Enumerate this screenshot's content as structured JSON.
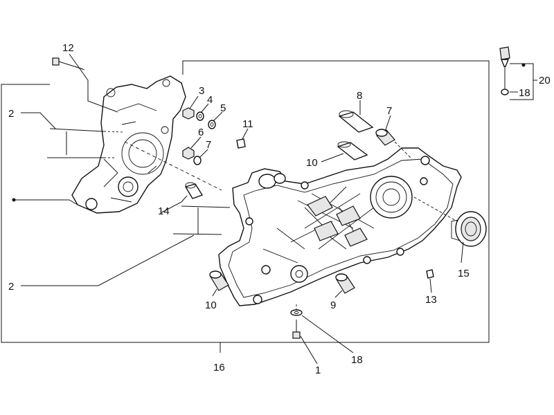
{
  "diagram": {
    "callouts": [
      {
        "id": "c12",
        "label": "12"
      },
      {
        "id": "c2a",
        "label": "2"
      },
      {
        "id": "c3",
        "label": "3"
      },
      {
        "id": "c4",
        "label": "4"
      },
      {
        "id": "c5",
        "label": "5"
      },
      {
        "id": "c6",
        "label": "6"
      },
      {
        "id": "c7a",
        "label": "7"
      },
      {
        "id": "c8",
        "label": "8"
      },
      {
        "id": "c7b",
        "label": "7"
      },
      {
        "id": "c11",
        "label": "11"
      },
      {
        "id": "c10a",
        "label": "10"
      },
      {
        "id": "c14",
        "label": "14"
      },
      {
        "id": "c2b",
        "label": "2"
      },
      {
        "id": "c10b",
        "label": "10"
      },
      {
        "id": "c9",
        "label": "9"
      },
      {
        "id": "c13",
        "label": "13"
      },
      {
        "id": "c15",
        "label": "15"
      },
      {
        "id": "c16",
        "label": "16"
      },
      {
        "id": "c18a",
        "label": "18"
      },
      {
        "id": "c1",
        "label": "1"
      },
      {
        "id": "c20",
        "label": "20"
      },
      {
        "id": "c18b",
        "label": "18"
      }
    ]
  }
}
